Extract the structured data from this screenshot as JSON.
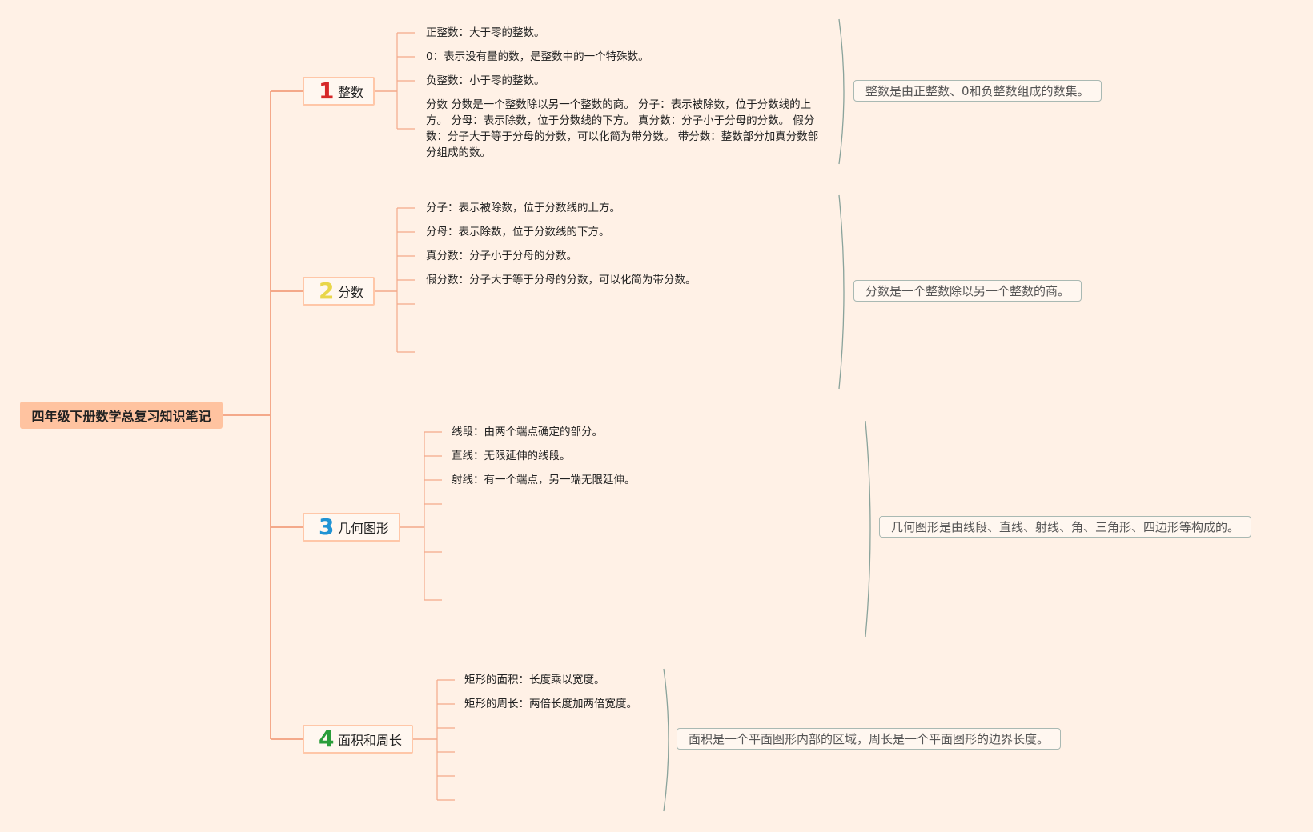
{
  "root": {
    "title": "四年级下册数学总复习知识笔记"
  },
  "colors": {
    "background": "#fff1e6",
    "root_fill": "#ffc3a0",
    "connector": "#f4a98a",
    "brace": "#8aa39b",
    "num1": "#d62828",
    "num2": "#e9d64a",
    "num3": "#1f93d4",
    "num4": "#2a9d3a"
  },
  "branches": [
    {
      "number": "1",
      "label": "整数",
      "items": [
        "正整数：大于零的整数。",
        "0：表示没有量的数，是整数中的一个特殊数。",
        "负整数：小于零的整数。",
        "分数 分数是一个整数除以另一个整数的商。 分子：表示被除数，位于分数线的上方。 分母：表示除数，位于分数线的下方。 真分数：分子小于分母的分数。 假分数：分子大于等于分母的分数，可以化简为带分数。 带分数：整数部分加真分数部分组成的数。"
      ],
      "summary": "整数是由正整数、0和负整数组成的数集。"
    },
    {
      "number": "2",
      "label": "分数",
      "items": [
        "分子：表示被除数，位于分数线的上方。",
        "分母：表示除数，位于分数线的下方。",
        "真分数：分子小于分母的分数。",
        "假分数：分子大于等于分母的分数，可以化简为带分数。"
      ],
      "summary": "分数是一个整数除以另一个整数的商。"
    },
    {
      "number": "3",
      "label": "几何图形",
      "items": [
        "线段：由两个端点确定的部分。",
        "直线：无限延伸的线段。",
        "射线：有一个端点，另一端无限延伸。"
      ],
      "summary": "几何图形是由线段、直线、射线、角、三角形、四边形等构成的。"
    },
    {
      "number": "4",
      "label": "面积和周长",
      "items": [
        "矩形的面积：长度乘以宽度。",
        "矩形的周长：两倍长度加两倍宽度。"
      ],
      "summary": "面积是一个平面图形内部的区域，周长是一个平面图形的边界长度。"
    }
  ]
}
